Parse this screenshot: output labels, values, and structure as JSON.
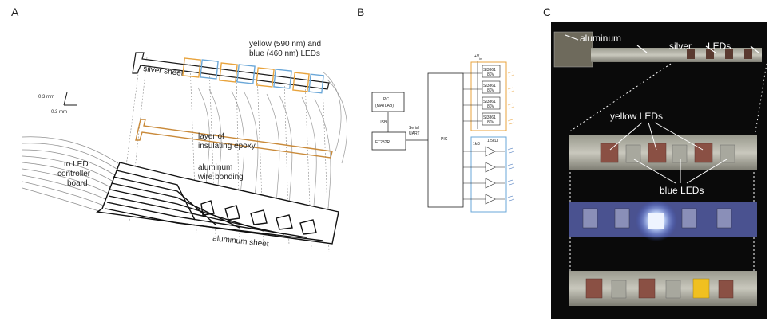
{
  "panels": {
    "a": "A",
    "b": "B",
    "c": "C"
  },
  "panel_a": {
    "leds_label_1": "yellow (590 nm) and",
    "leds_label_2": "blue (460 nm) LEDs",
    "silver_sheet": "silver sheet",
    "scale_v": "0.3 mm",
    "scale_h": "0.3 mm",
    "epoxy_1": "layer of",
    "epoxy_2": "insulating epoxy",
    "bonding_1": "aluminum",
    "bonding_2": "wire bonding",
    "controller_1": "to LED",
    "controller_2": "controller",
    "controller_3": "board",
    "aluminum_sheet": "aluminum sheet"
  },
  "panel_b": {
    "vin": "+V",
    "vin_sub": "in",
    "pc_1": "PC",
    "pc_2": "(MATLAB)",
    "usb": "USB",
    "ft": "FT232RL",
    "serial_1": "Serial",
    "serial_2": "UART",
    "pic": "PIC",
    "si_name": "SI3861",
    "si_volt": "80V",
    "r1": "1kΩ",
    "r2": "1.5kΩ"
  },
  "panel_c": {
    "aluminum": "aluminum",
    "silver": "silver",
    "leds": "LEDs",
    "yellow_leds": "yellow LEDs",
    "blue_leds": "blue LEDs"
  },
  "colors": {
    "yellow_led": "#e8a33c",
    "blue_led": "#6aa7d8",
    "epoxy": "#c98a3a"
  }
}
